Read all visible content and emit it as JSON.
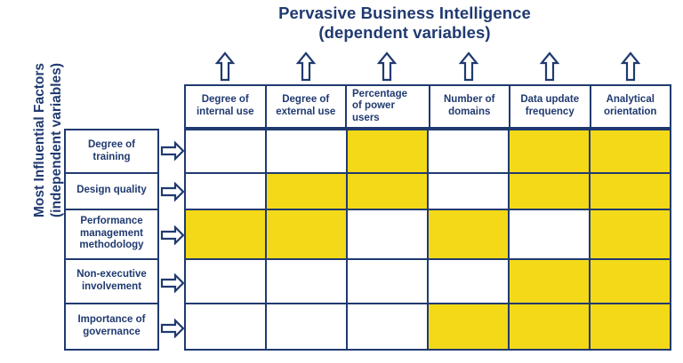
{
  "title": {
    "line1": "Pervasive Business Intelligence",
    "line2": "(dependent variables)"
  },
  "vertical_axis": {
    "line1": "Most Influential Factors",
    "line2": "(independent variables)"
  },
  "colors": {
    "navy": "#203a70",
    "yellow": "#f3d918",
    "white": "#ffffff"
  },
  "icons": {
    "up_arrow": "arrow-up-icon",
    "right_arrow": "arrow-right-icon"
  },
  "columns": [
    {
      "label": "Degree of\ninternal use",
      "align": "center"
    },
    {
      "label": "Degree of\nexternal use",
      "align": "center"
    },
    {
      "label": "Percentage\nof power\nusers",
      "align": "left"
    },
    {
      "label": "Number of\ndomains",
      "align": "center"
    },
    {
      "label": "Data update\nfrequency",
      "align": "center"
    },
    {
      "label": "Analytical\norientation",
      "align": "center"
    }
  ],
  "rows": [
    {
      "label": "Degree of\ntraining",
      "cells": [
        0,
        0,
        1,
        0,
        1,
        1
      ]
    },
    {
      "label": "Design quality",
      "cells": [
        0,
        1,
        1,
        0,
        1,
        1
      ]
    },
    {
      "label": "Performance\nmanagement\nmethodology",
      "cells": [
        1,
        1,
        0,
        1,
        0,
        1
      ]
    },
    {
      "label": "Non-executive\ninvolvement",
      "cells": [
        0,
        0,
        0,
        0,
        1,
        1
      ]
    },
    {
      "label": "Importance of\ngovernance",
      "cells": [
        0,
        0,
        0,
        1,
        1,
        1
      ]
    }
  ],
  "chart_data": {
    "type": "heatmap",
    "title": "Pervasive Business Intelligence (dependent variables)",
    "xlabel": "Pervasive Business Intelligence (dependent variables)",
    "ylabel": "Most Influential Factors (independent variables)",
    "x_categories": [
      "Degree of internal use",
      "Degree of external use",
      "Percentage of power users",
      "Number of domains",
      "Data update frequency",
      "Analytical orientation"
    ],
    "y_categories": [
      "Degree of training",
      "Design quality",
      "Performance management methodology",
      "Non-executive involvement",
      "Importance of governance"
    ],
    "values": [
      [
        0,
        0,
        1,
        0,
        1,
        1
      ],
      [
        0,
        1,
        1,
        0,
        1,
        1
      ],
      [
        1,
        1,
        0,
        1,
        0,
        1
      ],
      [
        0,
        0,
        0,
        0,
        1,
        1
      ],
      [
        0,
        0,
        0,
        1,
        1,
        1
      ]
    ],
    "value_legend": {
      "1": "highlighted (yellow)",
      "0": "not highlighted (white)"
    },
    "grid": true,
    "legend": "none"
  }
}
